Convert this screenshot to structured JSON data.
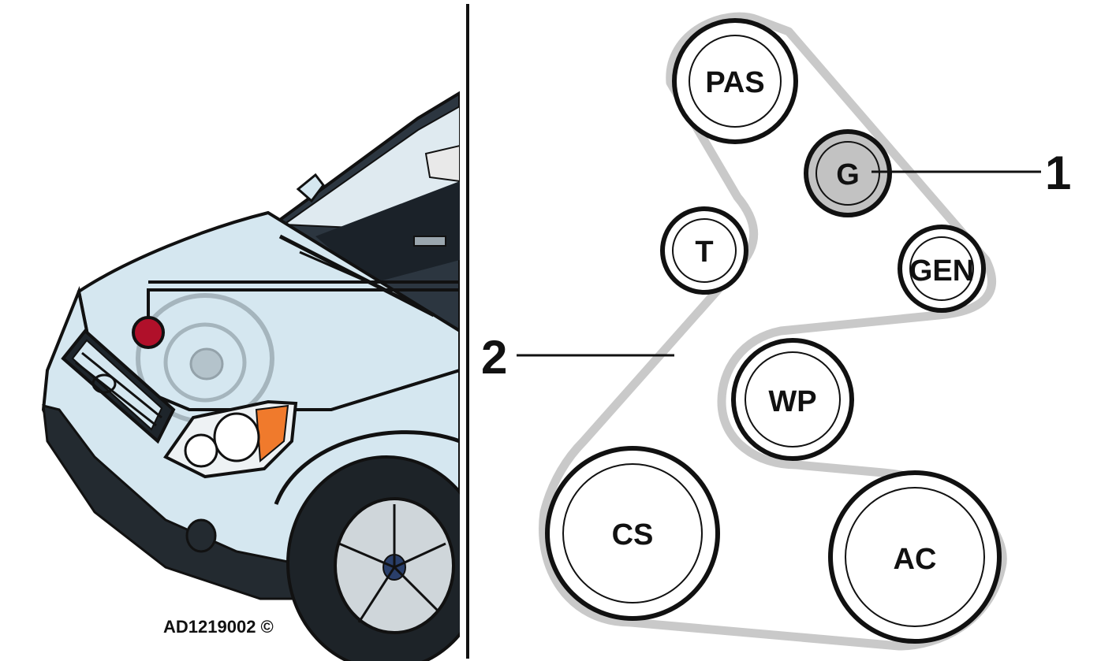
{
  "figure_code": "AD1219002 ©",
  "callouts": {
    "tensioner_number": "1",
    "belt_number": "2"
  },
  "pulleys": {
    "pas": "PAS",
    "g": "G",
    "t": "T",
    "gen": "GEN",
    "wp": "WP",
    "cs": "CS",
    "ac": "AC"
  },
  "colors": {
    "belt": "#c9c9c9",
    "marker": "#b0102a",
    "car_body": "#d5e7f0",
    "headlight_accent": "#f07a2c",
    "idler_pulley": "#c2c2c2"
  }
}
